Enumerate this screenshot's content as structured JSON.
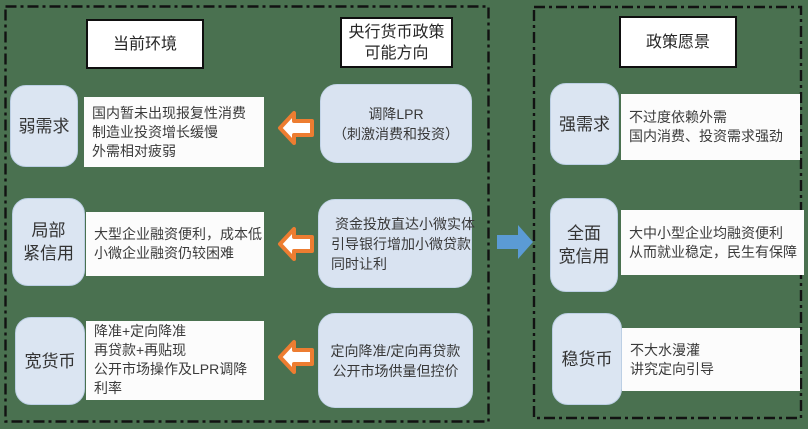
{
  "colors": {
    "background_green": "#4a7150",
    "label_box_blue": "#dbe5f2",
    "policy_box_blue": "#d9e3f1",
    "text_block_white": "#fcfcfc",
    "orange_accent": "#ED7D31",
    "flow_arrow_blue": "#5B9BD5",
    "border_black": "#121212"
  },
  "icons": {
    "orange_arrow": "arrow-left",
    "flow_arrow": "arrow-right"
  },
  "left_panel": {
    "header": "当前环境",
    "rows": [
      {
        "label_lines": [
          "弱需求"
        ],
        "desc_lines": [
          "国内暂未出现报复性消费",
          "制造业投资增长缓慢",
          "外需相对疲弱"
        ]
      },
      {
        "label_lines": [
          "局部",
          "紧信用"
        ],
        "desc_lines": [
          "大型企业融资便利，成本低",
          "小微企业融资仍较困难"
        ]
      },
      {
        "label_lines": [
          "宽货币"
        ],
        "desc_lines": [
          "降准+定向降准",
          "再贷款+再贴现",
          "公开市场操作及LPR调降利率"
        ]
      }
    ]
  },
  "policy_column": {
    "header_lines": [
      "央行货币政策",
      "可能方向"
    ],
    "boxes": [
      {
        "lines": [
          "调降LPR",
          "（刺激消费和投资）"
        ]
      },
      {
        "lines": [
          "资金投放直达小微实体",
          "引导银行增加小微贷款",
          "同时让利"
        ]
      },
      {
        "lines": [
          "定向降准/定向再贷款",
          "公开市场供量但控价"
        ]
      }
    ]
  },
  "right_panel": {
    "header": "政策愿景",
    "rows": [
      {
        "label_lines": [
          "强需求"
        ],
        "desc_lines": [
          "不过度依赖外需",
          "国内消费、投资需求强劲"
        ]
      },
      {
        "label_lines": [
          "全面",
          "宽信用"
        ],
        "desc_lines": [
          "大中小型企业均融资便利",
          "从而就业稳定，民生有保障"
        ]
      },
      {
        "label_lines": [
          "稳货币"
        ],
        "desc_lines": [
          "不大水漫灌",
          "讲究定向引导"
        ]
      }
    ]
  }
}
